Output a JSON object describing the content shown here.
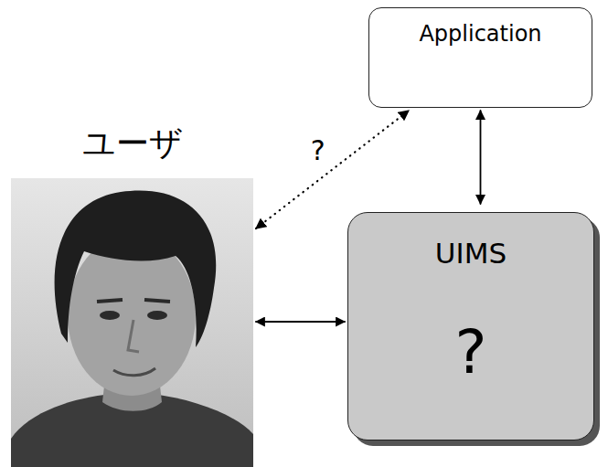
{
  "diagram": {
    "nodes": [
      {
        "text": [
          "ユーザ"
        ]
      },
      {
        "text": [
          "Application"
        ]
      },
      {
        "text": [
          "UIMS",
          "?"
        ]
      }
    ],
    "edges": [
      {
        "from": 0,
        "to": 2,
        "arrow": "both"
      },
      {
        "from": 1,
        "to": 2,
        "arrow": "both"
      },
      {
        "from": 0,
        "to": 1,
        "arrow": "both",
        "label": "?"
      }
    ]
  }
}
